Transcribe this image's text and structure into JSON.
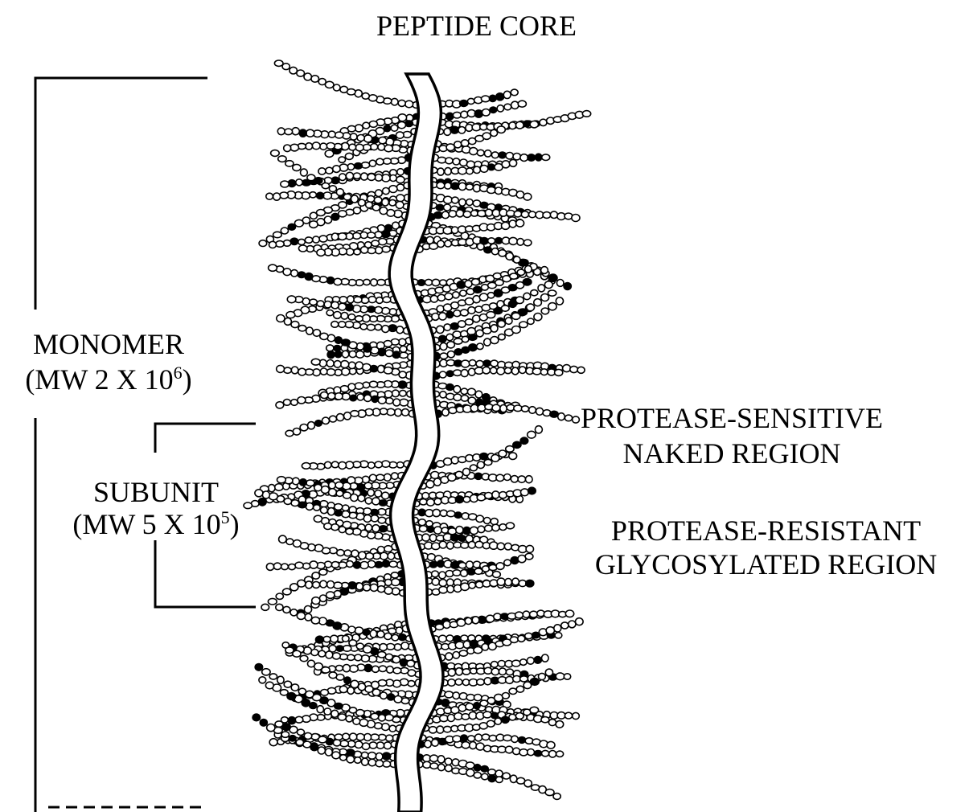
{
  "diagram": {
    "title": "PEPTIDE CORE",
    "monomer": {
      "line1": "MONOMER",
      "line2_prefix": "(MW 2 X 10",
      "line2_exponent": "6",
      "line2_suffix": ")"
    },
    "subunit": {
      "line1": "SUBUNIT",
      "line2_prefix": "(MW 5 X 10",
      "line2_exponent": "5",
      "line2_suffix": ")"
    },
    "naked_region": {
      "line1": "PROTEASE-SENSITIVE",
      "line2": "NAKED REGION"
    },
    "glycosylated_region": {
      "line1": "PROTEASE-RESISTANT",
      "line2": "GLYCOSYLATED REGION"
    }
  },
  "colors": {
    "ink": "#000000",
    "background": "#ffffff"
  }
}
